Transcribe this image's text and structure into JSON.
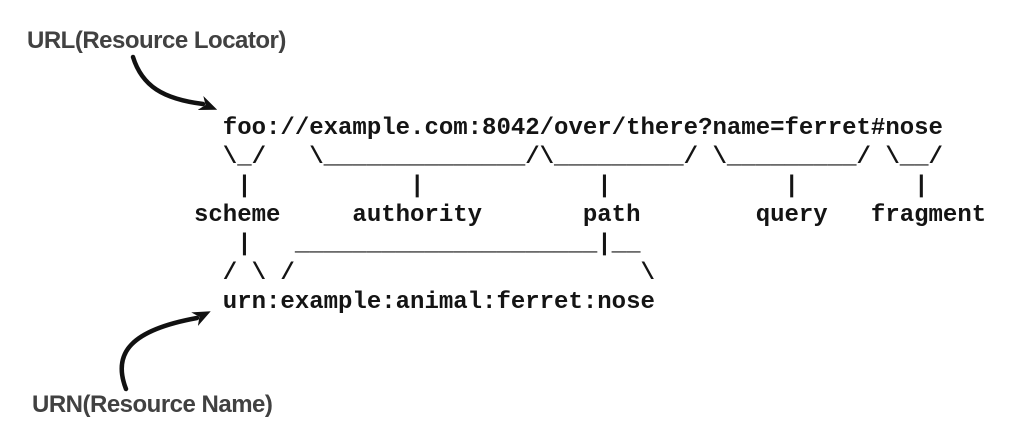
{
  "callouts": {
    "url": {
      "label": "URL(Resource Locator)"
    },
    "urn": {
      "label": "URN(Resource Name)"
    }
  },
  "uri": {
    "url_example": "foo://example.com:8042/over/there?name=ferret#nose",
    "urn_example": "urn:example:animal:ferret:nose",
    "components": [
      "scheme",
      "authority",
      "path",
      "query",
      "fragment"
    ]
  },
  "ascii_art": {
    "lines": [
      "  foo://example.com:8042/over/there?name=ferret#nose",
      "  \\_/   \\______________/\\_________/ \\_________/ \\__/",
      "   |           |            |            |        |",
      "scheme     authority       path        query   fragment",
      "   |   _____________________|__",
      "  / \\ /                        \\",
      "  urn:example:animal:ferret:nose"
    ]
  },
  "colors": {
    "background": "#ffffff",
    "art_ink": "#141414",
    "arrow_ink": "#111111",
    "callout_text": "#414141"
  }
}
